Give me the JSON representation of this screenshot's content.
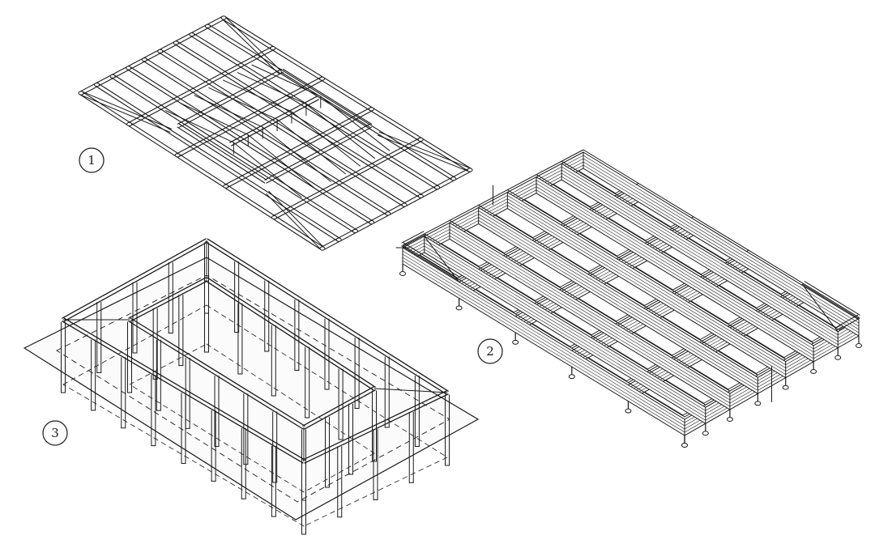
{
  "figures": [
    {
      "id": "figure-1",
      "label": "1"
    },
    {
      "id": "figure-2",
      "label": "2"
    },
    {
      "id": "figure-3",
      "label": "3"
    }
  ],
  "colors": {
    "ink": "#1a1a1a",
    "paper": "#ffffff",
    "plate": "#fbfbfb"
  }
}
